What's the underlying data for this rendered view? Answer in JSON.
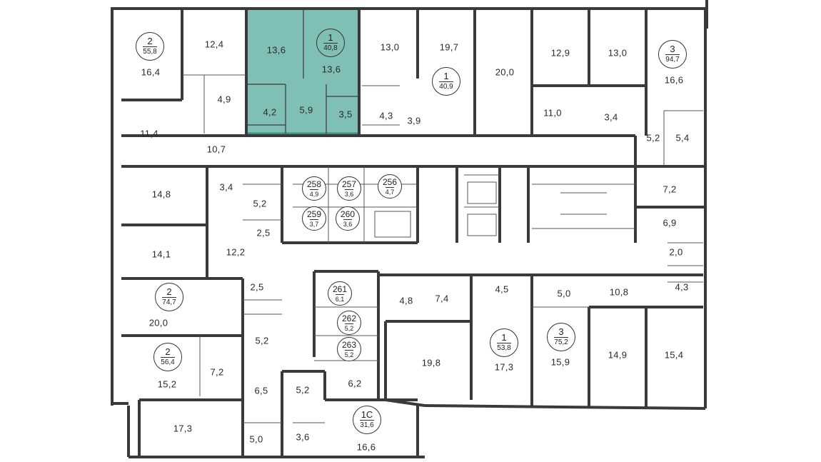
{
  "colors": {
    "wall": "#3a3a3a",
    "highlight": "#7fbfb5",
    "highlight_border": "#3f8f84",
    "thin": "#555555"
  },
  "apartments": [
    {
      "id": "apt-2-55",
      "rooms": "2",
      "area": "55,8"
    },
    {
      "id": "apt-1-40-8",
      "rooms": "1",
      "area": "40,8",
      "highlighted": true
    },
    {
      "id": "apt-1-40-9",
      "rooms": "1",
      "area": "40,9"
    },
    {
      "id": "apt-3-94",
      "rooms": "3",
      "area": "94,7"
    },
    {
      "id": "apt-2-74",
      "rooms": "2",
      "area": "74,7"
    },
    {
      "id": "apt-2-56",
      "rooms": "2",
      "area": "56,4"
    },
    {
      "id": "apt-1-53",
      "rooms": "1",
      "area": "53,8"
    },
    {
      "id": "apt-3-75",
      "rooms": "3",
      "area": "75,2"
    },
    {
      "id": "apt-1c-31",
      "rooms": "1С",
      "area": "31,6"
    }
  ],
  "storage": [
    {
      "num": "258",
      "area": "4,9"
    },
    {
      "num": "257",
      "area": "3,6"
    },
    {
      "num": "256",
      "area": "4,7"
    },
    {
      "num": "259",
      "area": "3,7"
    },
    {
      "num": "260",
      "area": "3,6"
    },
    {
      "num": "261",
      "area": "6,1"
    },
    {
      "num": "262",
      "area": "5,2"
    },
    {
      "num": "263",
      "area": "5,2"
    }
  ],
  "rooms": [
    "16,4",
    "12,4",
    "4,9",
    "11,4",
    "10,7",
    "13,6",
    "13,6",
    "4,2",
    "5,9",
    "3,5",
    "13,0",
    "4,3",
    "19,7",
    "3,9",
    "20,0",
    "12,9",
    "13,0",
    "11,0",
    "3,4",
    "16,6",
    "5,2",
    "5,4",
    "7,2",
    "6,9",
    "2,0",
    "10,8",
    "4,3",
    "14,8",
    "3,4",
    "5,2",
    "2,5",
    "14,1",
    "12,2",
    "2,5",
    "20,0",
    "5,2",
    "15,2",
    "7,2",
    "6,5",
    "17,3",
    "5,0",
    "5,2",
    "3,6",
    "6,2",
    "16,6",
    "4,8",
    "7,4",
    "4,5",
    "5,0",
    "19,8",
    "17,3",
    "15,9",
    "14,9",
    "15,4"
  ]
}
